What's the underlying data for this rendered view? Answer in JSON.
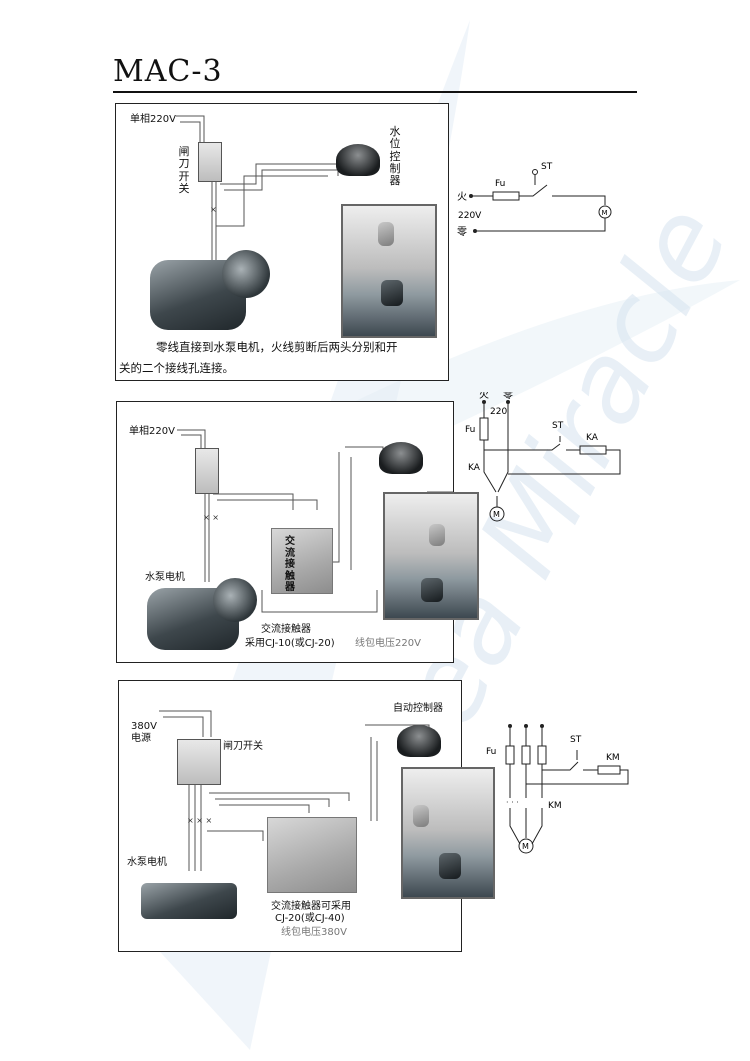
{
  "page": {
    "title": "MAC-3"
  },
  "panel1": {
    "power_label": "单相220V",
    "switch_label": "闸刀开关",
    "controller_label": "水位控制器",
    "caption_line1": "零线直接到水泵电机，火线剪断后两头分别和开",
    "caption_line2": "关的二个接线孔连接。"
  },
  "circuit1": {
    "live": "火",
    "fuse": "Fu",
    "voltage": "220V",
    "neutral": "零",
    "switch": "ST",
    "motor": "M"
  },
  "panel2": {
    "power_label": "单相220V",
    "contactor_text": "交流接触器",
    "pump_label": "水泵电机",
    "contactor_label": "交流接触器",
    "contactor_model": "采用CJ-10(或CJ-20)",
    "coil_voltage": "线包电压220V"
  },
  "circuit2": {
    "live": "火",
    "neutral": "零",
    "voltage": "220",
    "fuse": "Fu",
    "switch": "ST",
    "relay": "KA",
    "contact": "KA",
    "motor": "M"
  },
  "panel3": {
    "power_label_1": "380V",
    "power_label_2": "电源",
    "switch_label": "闸刀开关",
    "controller_label": "自动控制器",
    "pump_label": "水泵电机",
    "contactor_line1": "交流接触器可采用",
    "contactor_line2": "CJ-20(或CJ-40)",
    "coil_voltage": "线包电压380V"
  },
  "circuit3": {
    "fuse": "Fu",
    "switch": "ST",
    "coil": "KM",
    "contact": "KM",
    "motor": "M"
  },
  "watermark": {
    "text": "Sea Miracle",
    "color": "#cfe0ee"
  }
}
